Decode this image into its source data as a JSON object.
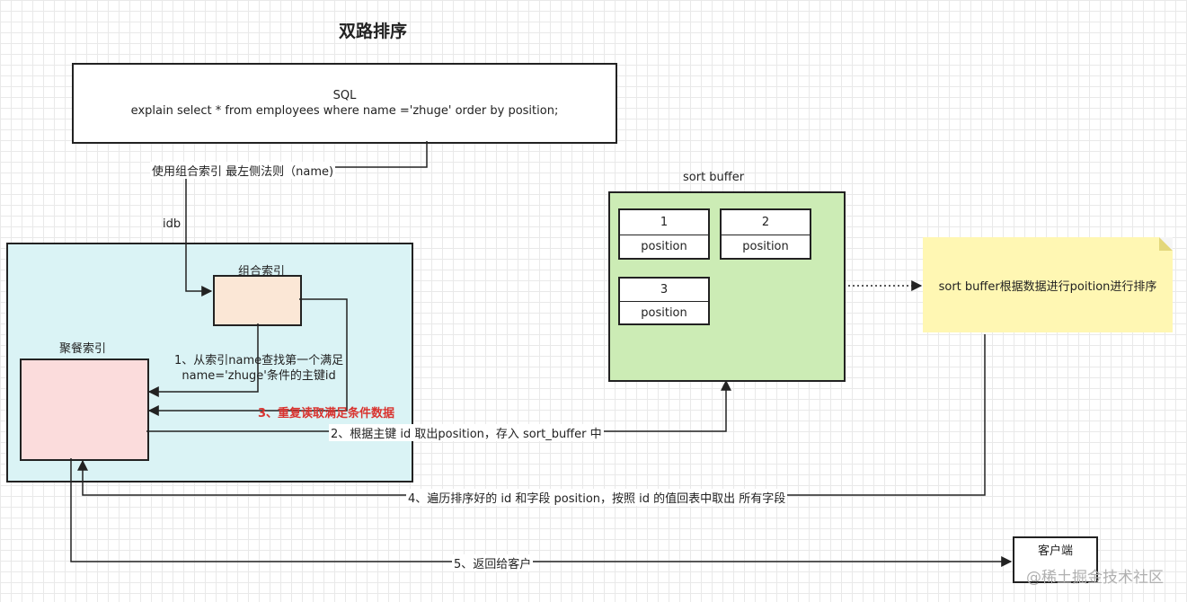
{
  "title": "双路排序",
  "sql_box": {
    "line1": "SQL",
    "line2": "explain select * from employees where name ='zhuge' order by position;"
  },
  "labels": {
    "leftmost_rule": "使用组合索引 最左侧法则（name)",
    "idb": "idb",
    "combo_index": "组合索引",
    "cluster_index": "聚餐索引",
    "step1_line1": "1、从索引name查找第一个满足",
    "step1_line2": "name='zhuge'条件的主键id",
    "step3": "3、重复读取满足条件数据",
    "step2": "2、根据主键 id 取出position，存入 sort_buffer 中",
    "step4": "4、遍历排序好的 id 和字段 position，按照 id 的值回表中取出 所有字段",
    "step5": "5、返回给客户"
  },
  "sort_buffer": {
    "title": "sort buffer",
    "cells": [
      {
        "num": "1",
        "field": "position"
      },
      {
        "num": "2",
        "field": "position"
      },
      {
        "num": "3",
        "field": "position"
      }
    ]
  },
  "note": "sort buffer根据数据进行poition进行排序",
  "client": "客户端",
  "watermark": "@稀土掘金技术社区",
  "colors": {
    "region": "#daf3f5",
    "combo_index": "#fbe7d6",
    "cluster_index": "#fbdcdc",
    "sort_buffer": "#ccecb5",
    "note": "#fff7b3",
    "highlight_text": "#d9332f"
  }
}
